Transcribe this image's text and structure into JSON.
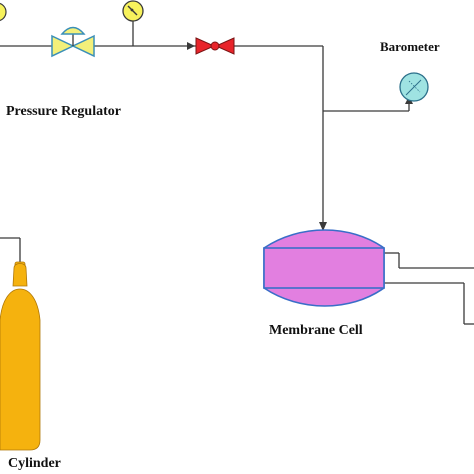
{
  "labels": {
    "pressure_regulator": "Pressure Regulator",
    "barometer": "Barometer",
    "membrane_cell": "Membrane Cell",
    "cylinder": "Cylinder"
  },
  "colors": {
    "line": "#3a3a3a",
    "regulator_valve": "#f3f07a",
    "regulator_outline": "#3a8fb8",
    "needle_valve": "#e8242a",
    "gauge_face": "#f7f25c",
    "barometer_face": "#9fe3e2",
    "membrane_cell": "#e27fe0",
    "membrane_outline": "#3a6ec8",
    "cylinder": "#f5b20e",
    "text": "#111111"
  },
  "icons": {
    "pressure_regulator": "pressure-regulator-valve-icon",
    "gauge": "pressure-gauge-icon",
    "needle_valve": "needle-valve-icon",
    "barometer": "barometer-icon",
    "membrane_cell": "membrane-cell-icon",
    "cylinder": "gas-cylinder-icon"
  }
}
